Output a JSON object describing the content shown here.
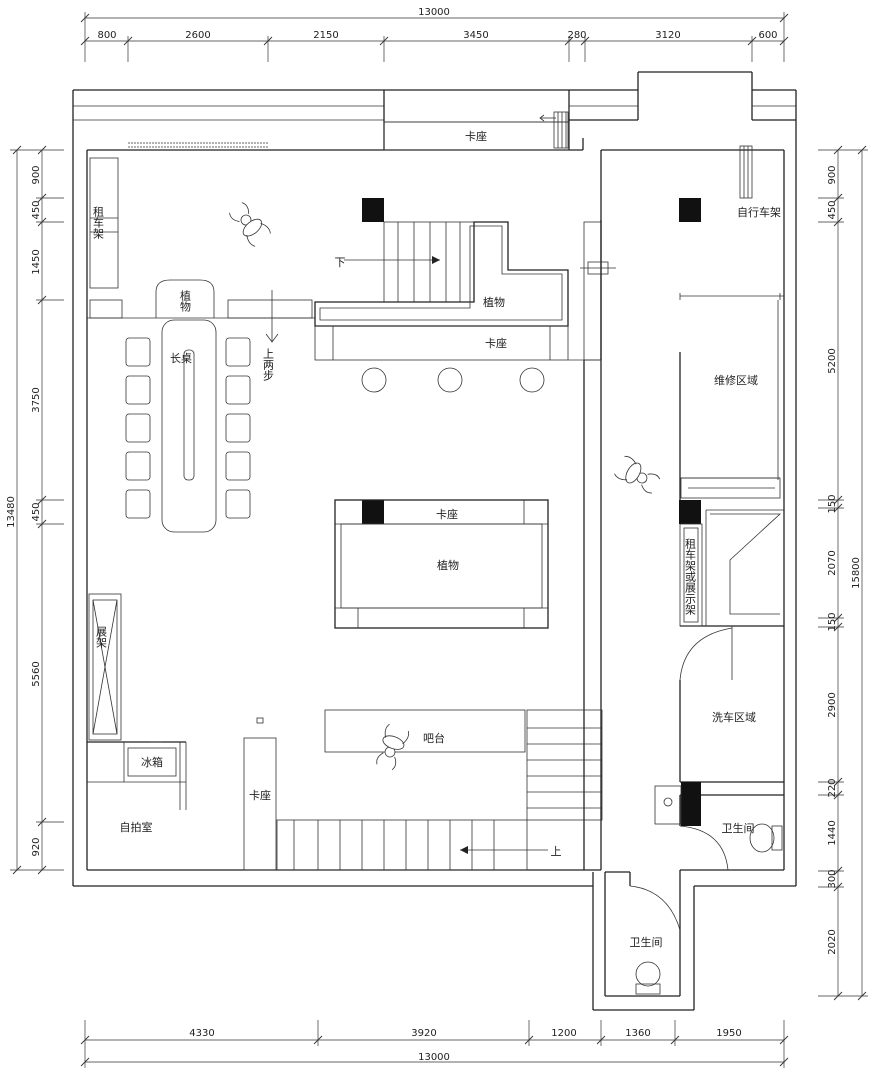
{
  "dimensions": {
    "top_total": "13000",
    "top": [
      "800",
      "2600",
      "2150",
      "3450",
      "280",
      "3120",
      "600"
    ],
    "bottom": [
      "4330",
      "3920",
      "1200",
      "1360",
      "1950"
    ],
    "bottom_total": "13000",
    "left": [
      "900",
      "450",
      "1450",
      "3750",
      "450",
      "5560",
      "920"
    ],
    "left_total": "13480",
    "right": [
      "900",
      "450",
      "5200",
      "150",
      "2070",
      "150",
      "2900",
      "220",
      "1440",
      "300",
      "2020"
    ],
    "right_total": "15800"
  },
  "rooms": {
    "kazuo_top": "卡座",
    "bike_rack": "自行车架",
    "rent_rack": "租车架",
    "plant_pot": "植物",
    "stair_down": "下",
    "plant_center": "植物",
    "kazuo_mid": "卡座",
    "long_table": "长桌",
    "step_up": "上两步",
    "repair": "维修区域",
    "kazuo_island": "卡座",
    "plant_island": "植物",
    "rent_display": "租车架或展示架",
    "display_rack": "展架",
    "bar": "吧台",
    "wash": "洗车区域",
    "fridge": "冰箱",
    "kazuo_bottom": "卡座",
    "selfie": "自拍室",
    "stair_up": "上",
    "wc1": "卫生间",
    "wc2": "卫生间"
  }
}
